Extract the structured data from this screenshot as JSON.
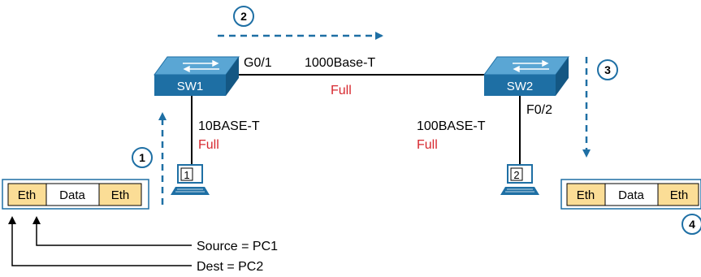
{
  "steps": [
    "1",
    "2",
    "3",
    "4"
  ],
  "switches": {
    "sw1": "SW1",
    "sw2": "SW2"
  },
  "pcs": {
    "pc1": "1",
    "pc2": "2"
  },
  "trunk": {
    "port": "G0/1",
    "speed": "1000Base-T",
    "duplex": "Full"
  },
  "link1": {
    "speed": "10BASE-T",
    "duplex": "Full"
  },
  "link2": {
    "speed": "100BASE-T",
    "duplex": "Full",
    "port": "F0/2"
  },
  "frame": {
    "header": "Eth",
    "data": "Data",
    "trailer": "Eth"
  },
  "annotations": {
    "source": "Source = PC1",
    "dest": "Dest = PC2"
  },
  "colors": {
    "cisco_blue": "#1e6fa4",
    "frame_fill": "#fbdd96",
    "duplex_red": "#d7282f",
    "line": "#000000"
  }
}
